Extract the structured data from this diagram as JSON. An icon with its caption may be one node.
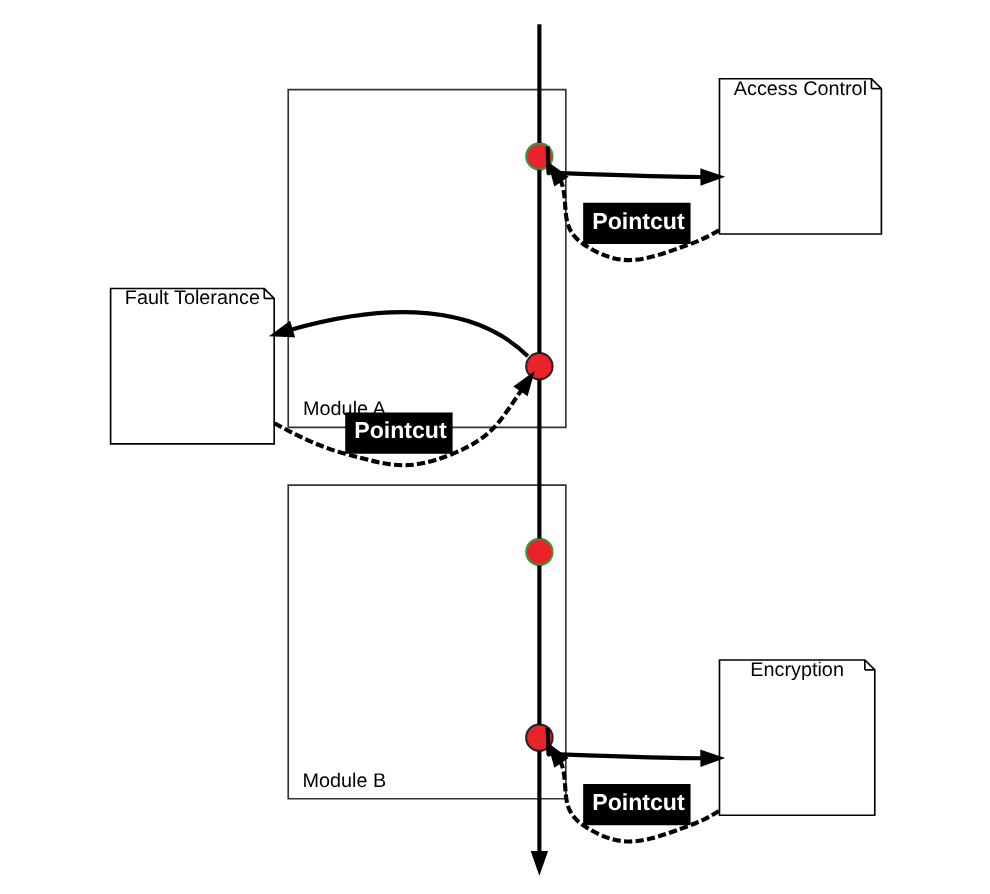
{
  "diagram": {
    "nodes": [
      {
        "text": [
          "Fault Tolerance"
        ]
      },
      {
        "text": [
          "Module A"
        ]
      },
      {
        "text": [
          "Access Control"
        ]
      },
      {
        "text": [],
        "shape": "circle",
        "in": 1
      },
      {
        "text": [],
        "shape": "circle",
        "in": 1
      },
      {
        "text": [
          "Module B"
        ]
      },
      {
        "text": [
          "Encryption"
        ]
      },
      {
        "text": [],
        "shape": "circle",
        "in": 5
      },
      {
        "text": [],
        "shape": "circle",
        "in": 5
      }
    ],
    "edges": [
      {
        "from": null,
        "to": 3,
        "arrow": "none"
      },
      {
        "from": 3,
        "to": 4,
        "arrow": "none"
      },
      {
        "from": 4,
        "to": 7,
        "arrow": "none"
      },
      {
        "from": 7,
        "to": 8,
        "arrow": "none"
      },
      {
        "from": 8,
        "to": null,
        "arrow": "to"
      },
      {
        "from": 3,
        "to": 2,
        "arrow": "to"
      },
      {
        "from": 2,
        "to": 3,
        "arrow": "to",
        "style": "dashed",
        "label": "Pointcut"
      },
      {
        "from": 4,
        "to": 0,
        "arrow": "to"
      },
      {
        "from": 0,
        "to": 4,
        "arrow": "to",
        "style": "dashed",
        "label": "Pointcut"
      },
      {
        "from": 8,
        "to": 6,
        "arrow": "to"
      },
      {
        "from": 6,
        "to": 8,
        "arrow": "to",
        "style": "dashed",
        "label": "Pointcut"
      }
    ]
  }
}
